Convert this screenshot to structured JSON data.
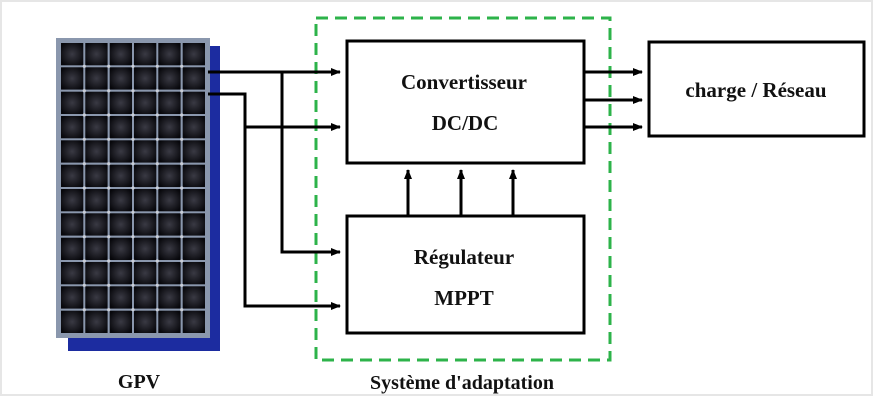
{
  "diagram": {
    "converter": {
      "line1": "Convertisseur",
      "line2": "DC/DC"
    },
    "regulator": {
      "line1": "Régulateur",
      "line2": "MPPT"
    },
    "load": {
      "label": "charge / Réseau"
    },
    "pv": {
      "label": "GPV"
    },
    "adaptation": {
      "label": "Système d'adaptation"
    }
  },
  "colors": {
    "dashed_border": "#2db34a",
    "panel_cell": "#0b0b10",
    "panel_frame": "#8a97ad",
    "panel_shadow": "#1c2ca0",
    "line": "#000000"
  }
}
